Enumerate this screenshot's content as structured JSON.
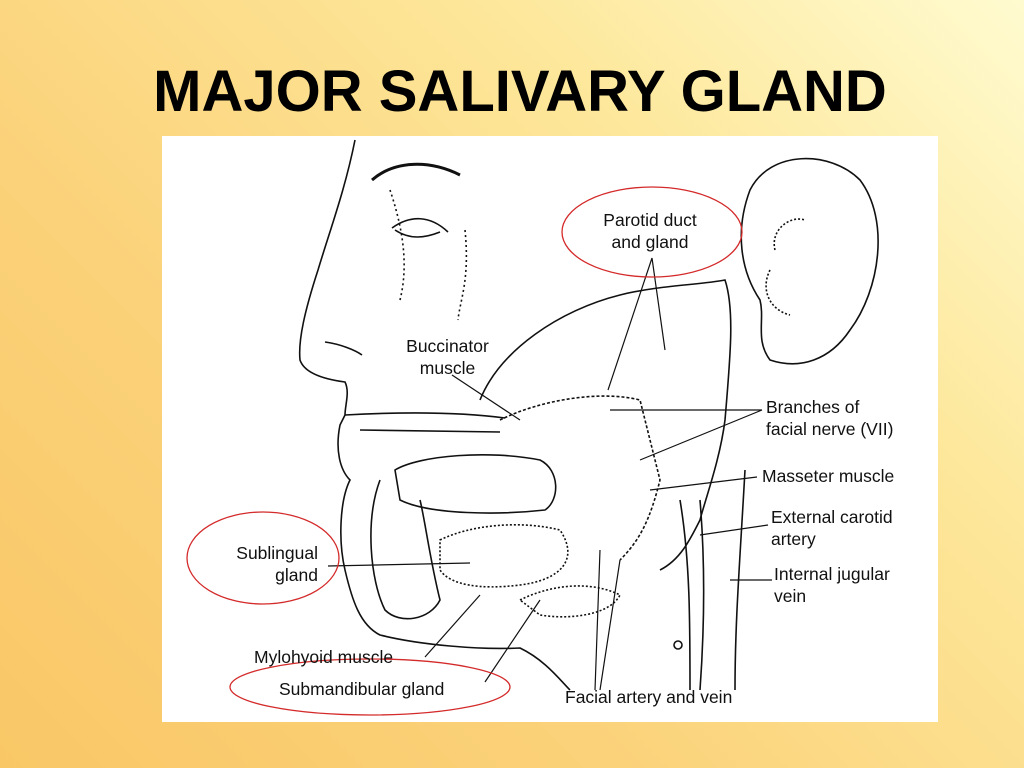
{
  "slide": {
    "title": "MAJOR SALIVARY GLAND"
  },
  "diagram": {
    "labels": {
      "parotid": [
        "Parotid duct",
        "and gland"
      ],
      "buccinator": [
        "Buccinator",
        "muscle"
      ],
      "facial_nerve": [
        "Branches of",
        "facial nerve (VII)"
      ],
      "masseter": "Masseter muscle",
      "external_carotid": [
        "External carotid",
        "artery"
      ],
      "internal_jugular": [
        "Internal jugular",
        "vein"
      ],
      "sublingual": [
        "Sublingual",
        "gland"
      ],
      "mylohyoid": "Mylohyoid muscle",
      "submandibular": "Submandibular gland",
      "facial_artery": "Facial artery and vein"
    },
    "highlight_color": "#d42a2a"
  }
}
